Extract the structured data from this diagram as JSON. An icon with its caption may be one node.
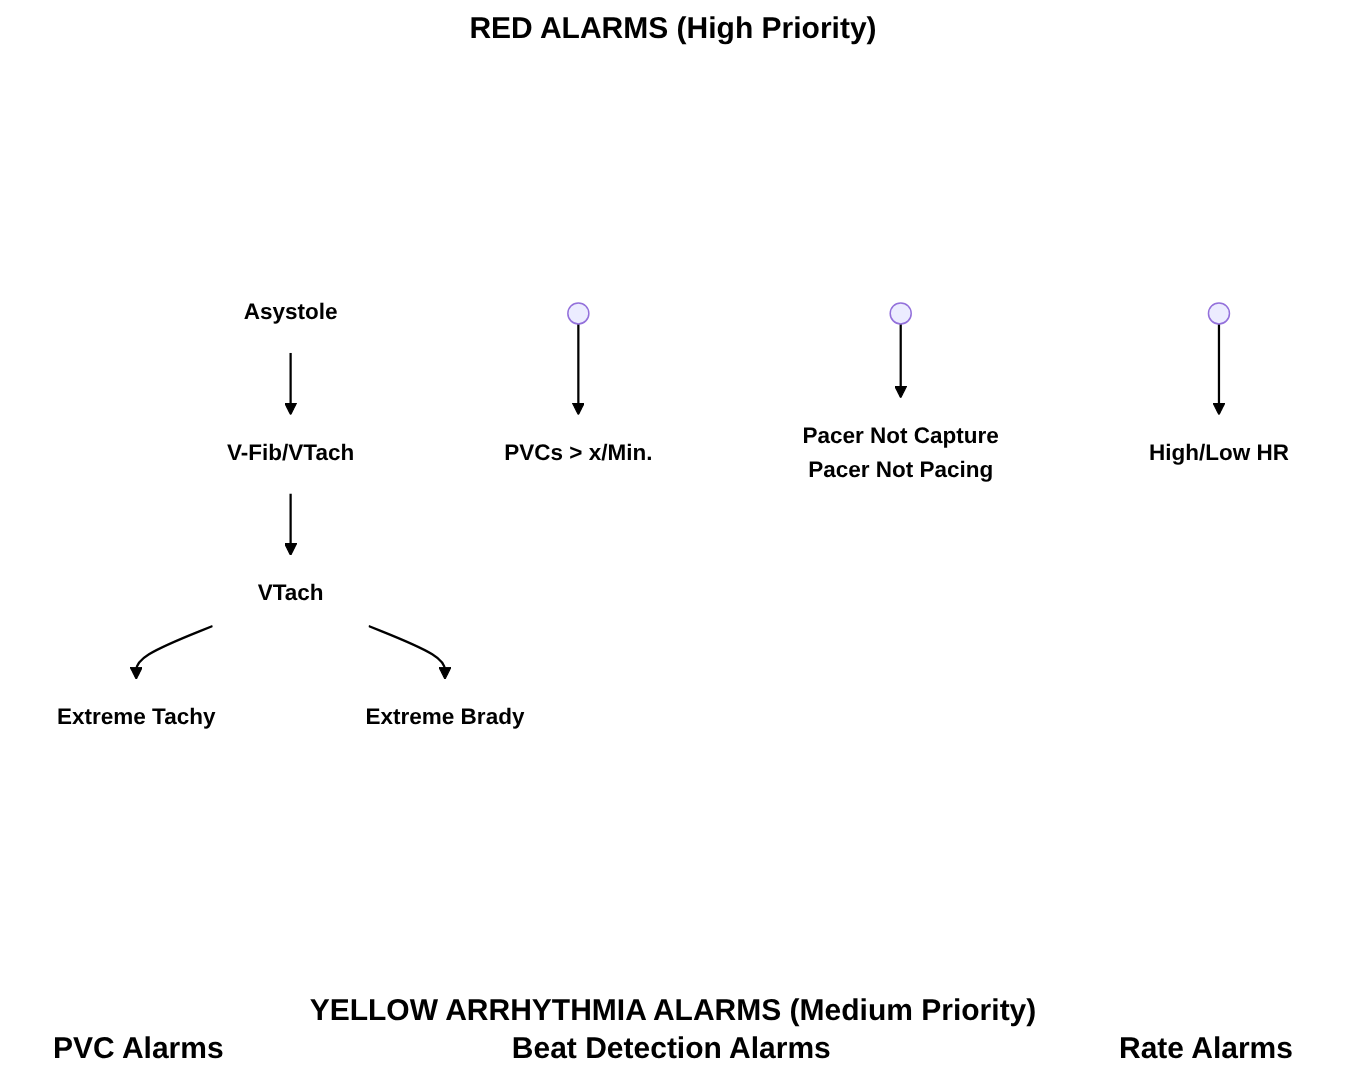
{
  "diagram": {
    "nodes": [
      {
        "text": [
          "Asystole"
        ]
      },
      {
        "text": [
          "V-Fib/VTach"
        ]
      },
      {
        "text": [
          "VTach"
        ]
      },
      {
        "text": [
          "Extreme Tachy"
        ]
      },
      {
        "text": [
          "Extreme Brady"
        ]
      },
      {
        "text": [
          "PVCs > x/Min."
        ]
      },
      {
        "text": [
          "Pacer Not Capture",
          "Pacer Not Pacing"
        ]
      },
      {
        "text": [
          "High/Low HR"
        ]
      }
    ],
    "edges": [
      {
        "from": 0,
        "to": 1,
        "arrow": "to"
      },
      {
        "from": 1,
        "to": 2,
        "arrow": "to"
      },
      {
        "from": 2,
        "to": 3,
        "arrow": "to"
      },
      {
        "from": 2,
        "to": 4,
        "arrow": "to"
      },
      {
        "from": null,
        "to": 5,
        "arrow": "to"
      },
      {
        "from": null,
        "to": 6,
        "arrow": "to"
      },
      {
        "from": null,
        "to": 7,
        "arrow": "to"
      }
    ],
    "labels": [
      "RED ALARMS (High Priority)",
      "YELLOW ARRHYTHMIA ALARMS (Medium Priority)",
      "PVC Alarms",
      "Beat Detection Alarms",
      "Rate Alarms"
    ]
  }
}
